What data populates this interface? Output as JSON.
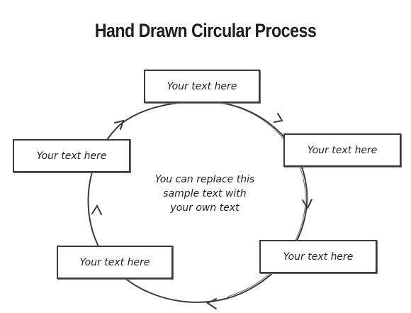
{
  "title": "Hand Drawn Circular Process",
  "steps": [
    {
      "label": "Your text here"
    },
    {
      "label": "Your text here"
    },
    {
      "label": "Your text here"
    },
    {
      "label": "Your text here"
    },
    {
      "label": "Your text here"
    }
  ],
  "center": {
    "lines": [
      "You can replace this",
      "sample text with",
      "your own text"
    ]
  },
  "colors": {
    "stroke": "#3a3a3a",
    "text": "#222222",
    "background": "#ffffff"
  }
}
